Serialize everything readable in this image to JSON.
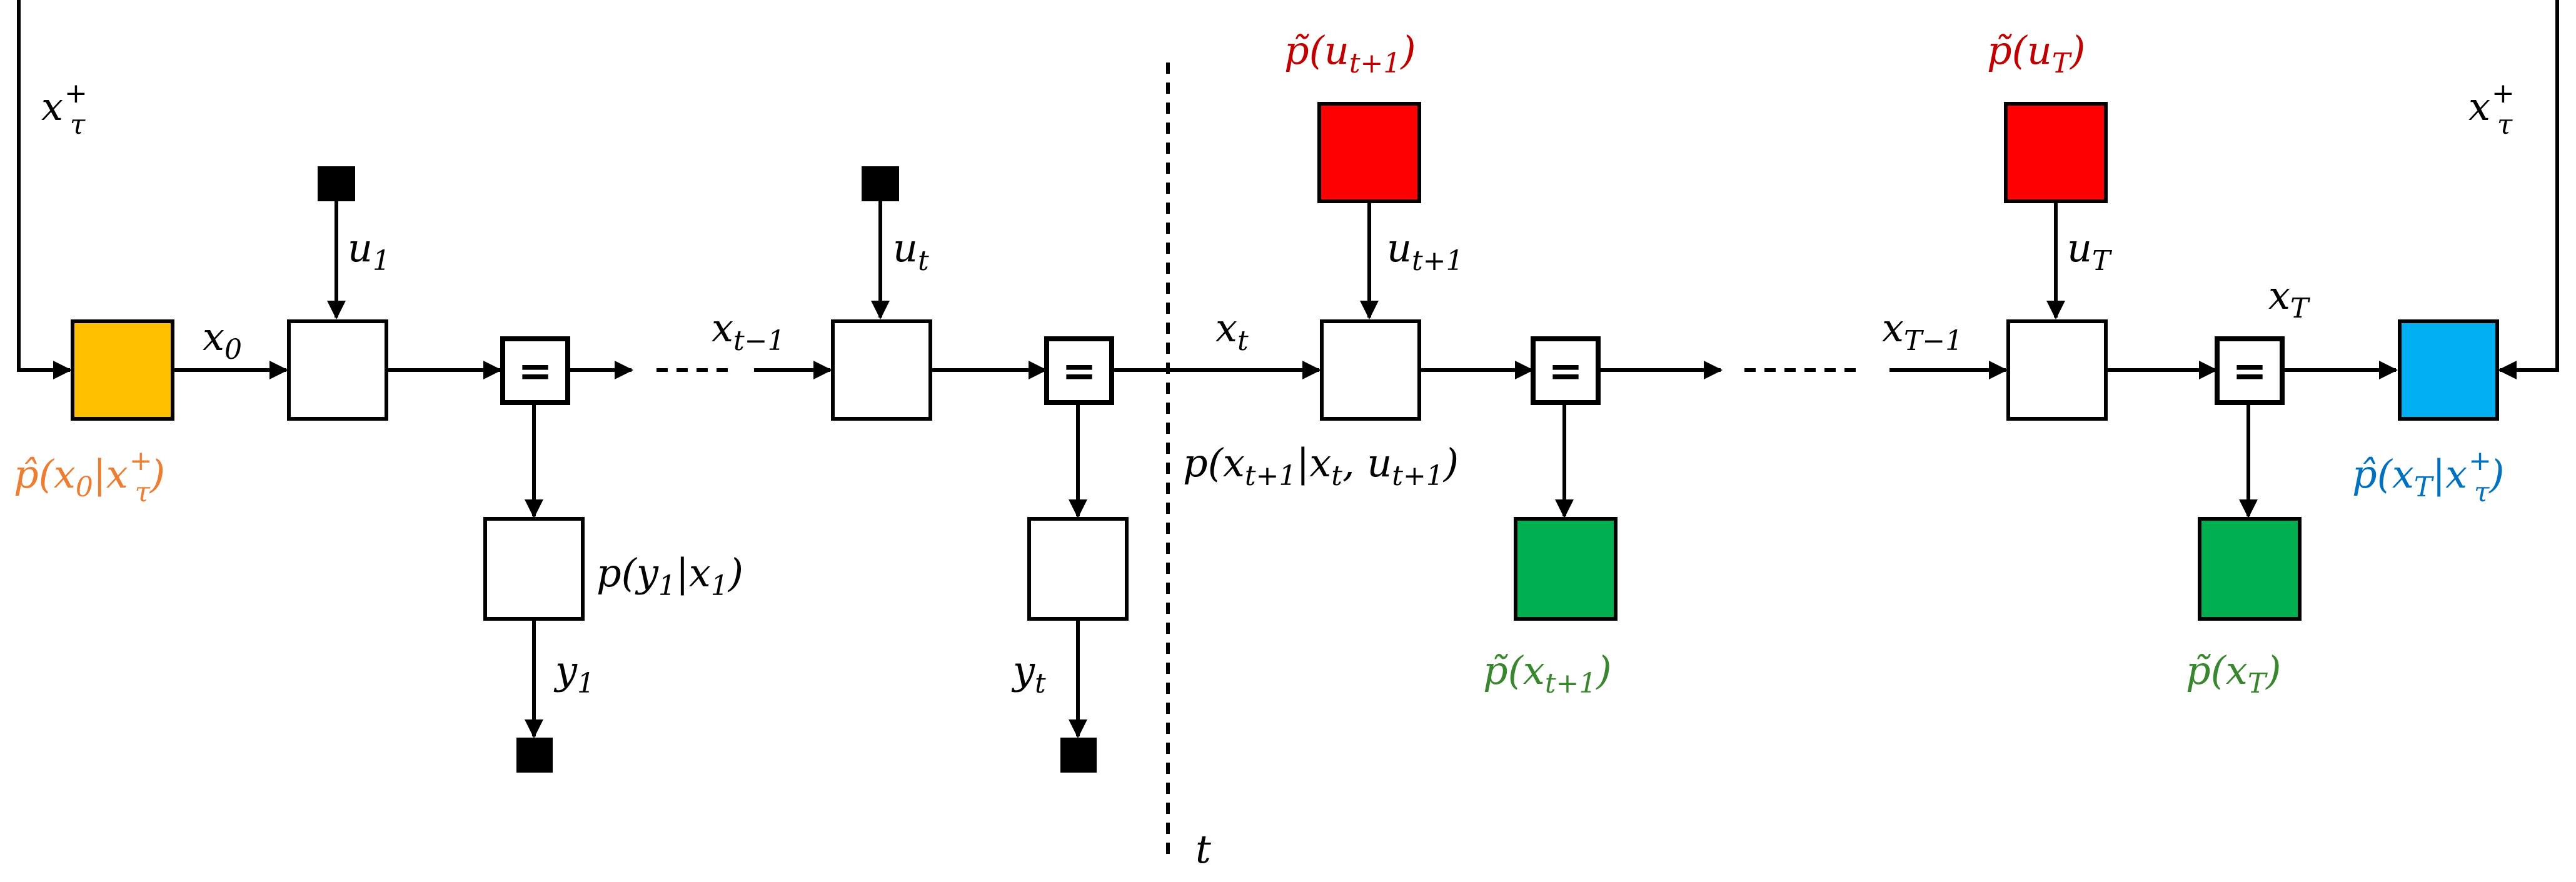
{
  "colors": {
    "prior_orange": "#FFC000",
    "prior_orange_text": "#ED7D31",
    "input_red": "#FF0000",
    "input_red_text": "#C00000",
    "state_green": "#00B050",
    "state_green_text": "#38862D",
    "final_blue": "#00B0F0",
    "final_blue_text": "#0070C0"
  },
  "labels": {
    "x_tau_plus_left": {
      "base": "x",
      "sub": "τ",
      "sup": "+"
    },
    "x_tau_plus_right": {
      "base": "x",
      "sub": "τ",
      "sup": "+"
    },
    "x0": {
      "base": "x",
      "sub": "0"
    },
    "u1": {
      "base": "u",
      "sub": "1"
    },
    "ut": {
      "base": "u",
      "sub": "t"
    },
    "x_t_minus_1": {
      "base": "x",
      "sub": "t−1"
    },
    "xt": {
      "base": "x",
      "sub": "t"
    },
    "u_t_plus_1": {
      "base": "u",
      "sub": "t+1"
    },
    "uT": {
      "base": "u",
      "sub": "T"
    },
    "x_T_minus_1": {
      "base": "x",
      "sub": "T−1"
    },
    "xT": {
      "base": "x",
      "sub": "T"
    },
    "y1": {
      "base": "y",
      "sub": "1"
    },
    "yt": {
      "base": "y",
      "sub": "t"
    },
    "t_marker": "t",
    "eq_symbol": "="
  },
  "factors": {
    "prior_x0": {
      "pre": "p̂(x",
      "s1": "0",
      "mid": "|x",
      "s2": "τ",
      "sup": "+",
      "post": ")"
    },
    "likelihood_y1": {
      "pre": "p(y",
      "s1": "1",
      "mid": "|x",
      "s2": "1",
      "post": ")"
    },
    "transition": {
      "pre": "p(x",
      "s1": "t+1",
      "mid": "|x",
      "s2": "t",
      "mid2": ", u",
      "s3": "t+1",
      "post": ")"
    },
    "input_prior_t1": {
      "pre": "p̃(u",
      "s1": "t+1",
      "post": ")"
    },
    "input_prior_T": {
      "pre": "p̃(u",
      "s1": "T",
      "post": ")"
    },
    "state_prior_t1": {
      "pre": "p̃(x",
      "s1": "t+1",
      "post": ")"
    },
    "state_prior_T": {
      "pre": "p̃(x",
      "s1": "T",
      "post": ")"
    },
    "final_xT": {
      "pre": "p̂(x",
      "s1": "T",
      "mid": "|x",
      "s2": "τ",
      "sup": "+",
      "post": ")"
    }
  }
}
